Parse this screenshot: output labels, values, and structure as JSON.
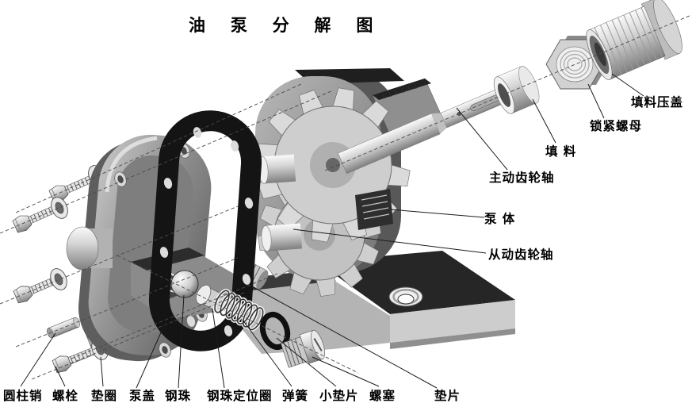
{
  "title": "油 泵 分 解 图",
  "labels": {
    "packing_gland": "填料压盖",
    "lock_nut": "锁紧螺母",
    "packing": "填 料",
    "driving_gear_shaft": "主动齿轮轴",
    "pump_body": "泵 体",
    "driven_gear_shaft": "从动齿轮轴",
    "gasket": "垫片",
    "cylindrical_pin": "圆柱销",
    "bolt": "螺栓",
    "washer": "垫圈",
    "pump_cover": "泵盖",
    "steel_ball": "钢珠",
    "ball_retainer_ring": "钢珠定位圈",
    "spring": "弹簧",
    "small_washer": "小垫片",
    "screw_plug": "螺塞"
  },
  "colors": {
    "background": "#ffffff",
    "ink": "#000000",
    "gasket_black": "#141414",
    "metal_light": "#ececec",
    "metal_mid": "#a0a0a0",
    "metal_dark": "#555555"
  }
}
